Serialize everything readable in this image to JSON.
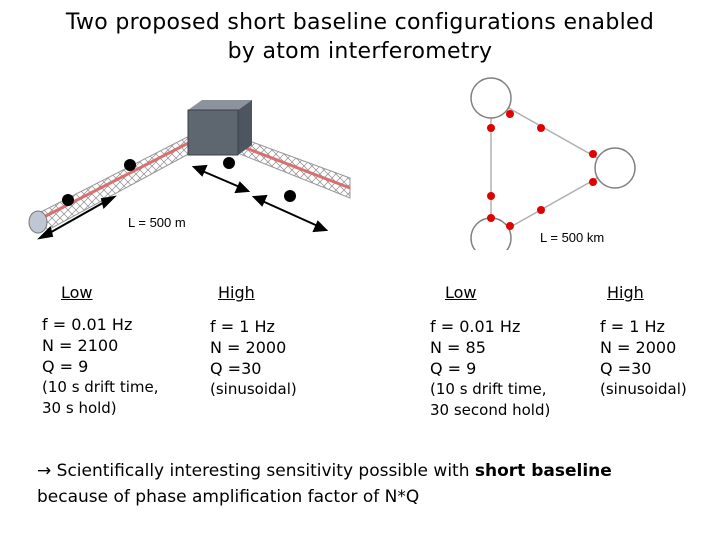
{
  "title_line1": "Two proposed short baseline configurations enabled",
  "title_line2": "by atom interferometry",
  "ground_distance_label": "L = 500 m",
  "space_distance_label": "L = 500 km",
  "columns": [
    {
      "heading": "Low",
      "lines": [
        "f = 0.01 Hz",
        "N = 2100",
        "Q = 9"
      ],
      "notes": [
        "(10 s drift time,",
        "30 s hold)"
      ]
    },
    {
      "heading": "High",
      "lines": [
        "f = 1 Hz",
        "N = 2000",
        "Q =30"
      ],
      "notes": [
        "(sinusoidal)"
      ]
    },
    {
      "heading": "Low",
      "lines": [
        "f = 0.01 Hz",
        "N = 85",
        "Q = 9"
      ],
      "notes": [
        "(10 s drift time,",
        "30 second hold)"
      ]
    },
    {
      "heading": "High",
      "lines": [
        "f = 1 Hz",
        "N = 2000",
        "Q =30"
      ],
      "notes": [
        "(sinusoidal)"
      ]
    }
  ],
  "footer": {
    "arrow": "→",
    "text_before": " Scientifically interesting sensitivity possible with ",
    "bold": "short baseline",
    "text_after": "because of phase amplification factor of N*Q"
  }
}
